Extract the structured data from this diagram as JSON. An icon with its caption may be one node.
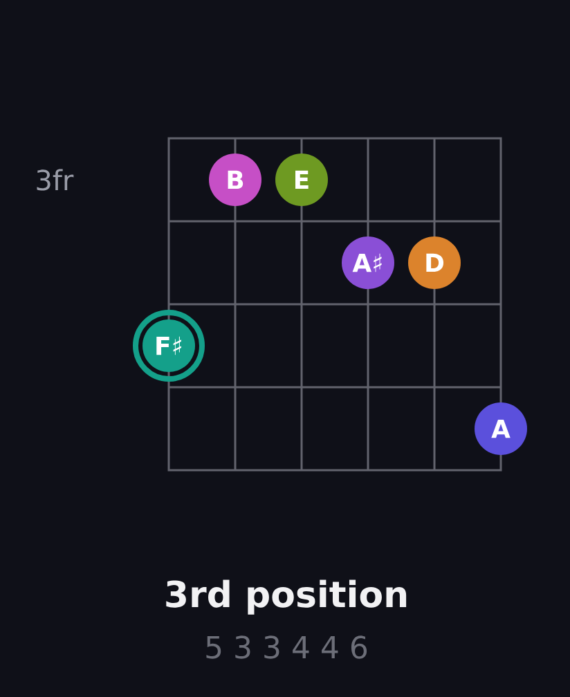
{
  "diagram": {
    "title": "3rd position",
    "nodes": [
      {
        "text": [
          "B"
        ]
      },
      {
        "text": [
          "E"
        ]
      },
      {
        "text": [
          "A♯"
        ]
      },
      {
        "text": [
          "D"
        ]
      },
      {
        "text": [
          "F♯"
        ]
      },
      {
        "text": [
          "A"
        ]
      }
    ],
    "labels": [
      "3fr",
      "5 3 3 4 4 6"
    ]
  }
}
